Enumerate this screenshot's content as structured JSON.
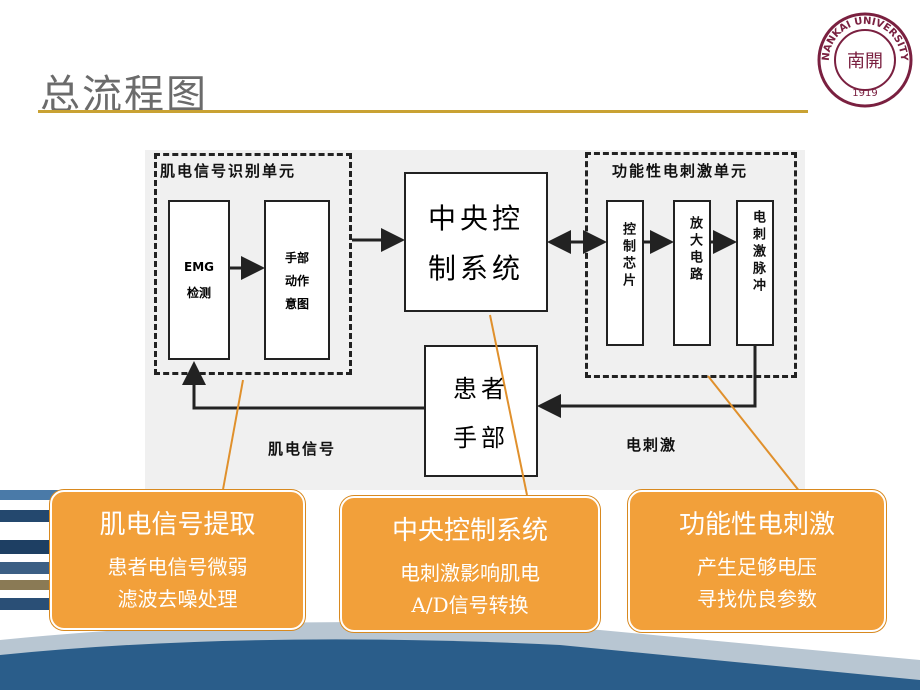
{
  "slide": {
    "title": "总流程图",
    "logo_text_top": "NANKAI UNIVERSITY",
    "logo_year": "1919",
    "logo_center": "南開"
  },
  "diagram": {
    "emg_unit_label": "肌电信号识别单元",
    "emg_detect_line1": "EMG",
    "emg_detect_line2": "检测",
    "hand_intent_line1": "手部",
    "hand_intent_line2": "动作",
    "hand_intent_line3": "意图",
    "central_line1": "中央控",
    "central_line2": "制系统",
    "fes_unit_label": "功能性电刺激单元",
    "ctrl_chip": "控制芯片",
    "amp_circuit": "放大电路",
    "stim_pulse": "电刺激脉冲",
    "patient_line1": "患者",
    "patient_line2": "手部",
    "emg_signal_label": "肌电信号",
    "estim_label": "电刺激"
  },
  "callouts": [
    {
      "title": "肌电信号提取",
      "line1": "患者电信号微弱",
      "line2": "滤波去噪处理"
    },
    {
      "title": "中央控制系统",
      "line1": "电刺激影响肌电",
      "line2": "A/D信号转换"
    },
    {
      "title": "功能性电刺激",
      "line1": "产生足够电压",
      "line2": "寻找优良参数"
    }
  ],
  "colors": {
    "accent_gold": "#c9a233",
    "callout_orange": "#f2a03a",
    "logo_maroon": "#7a2040"
  }
}
